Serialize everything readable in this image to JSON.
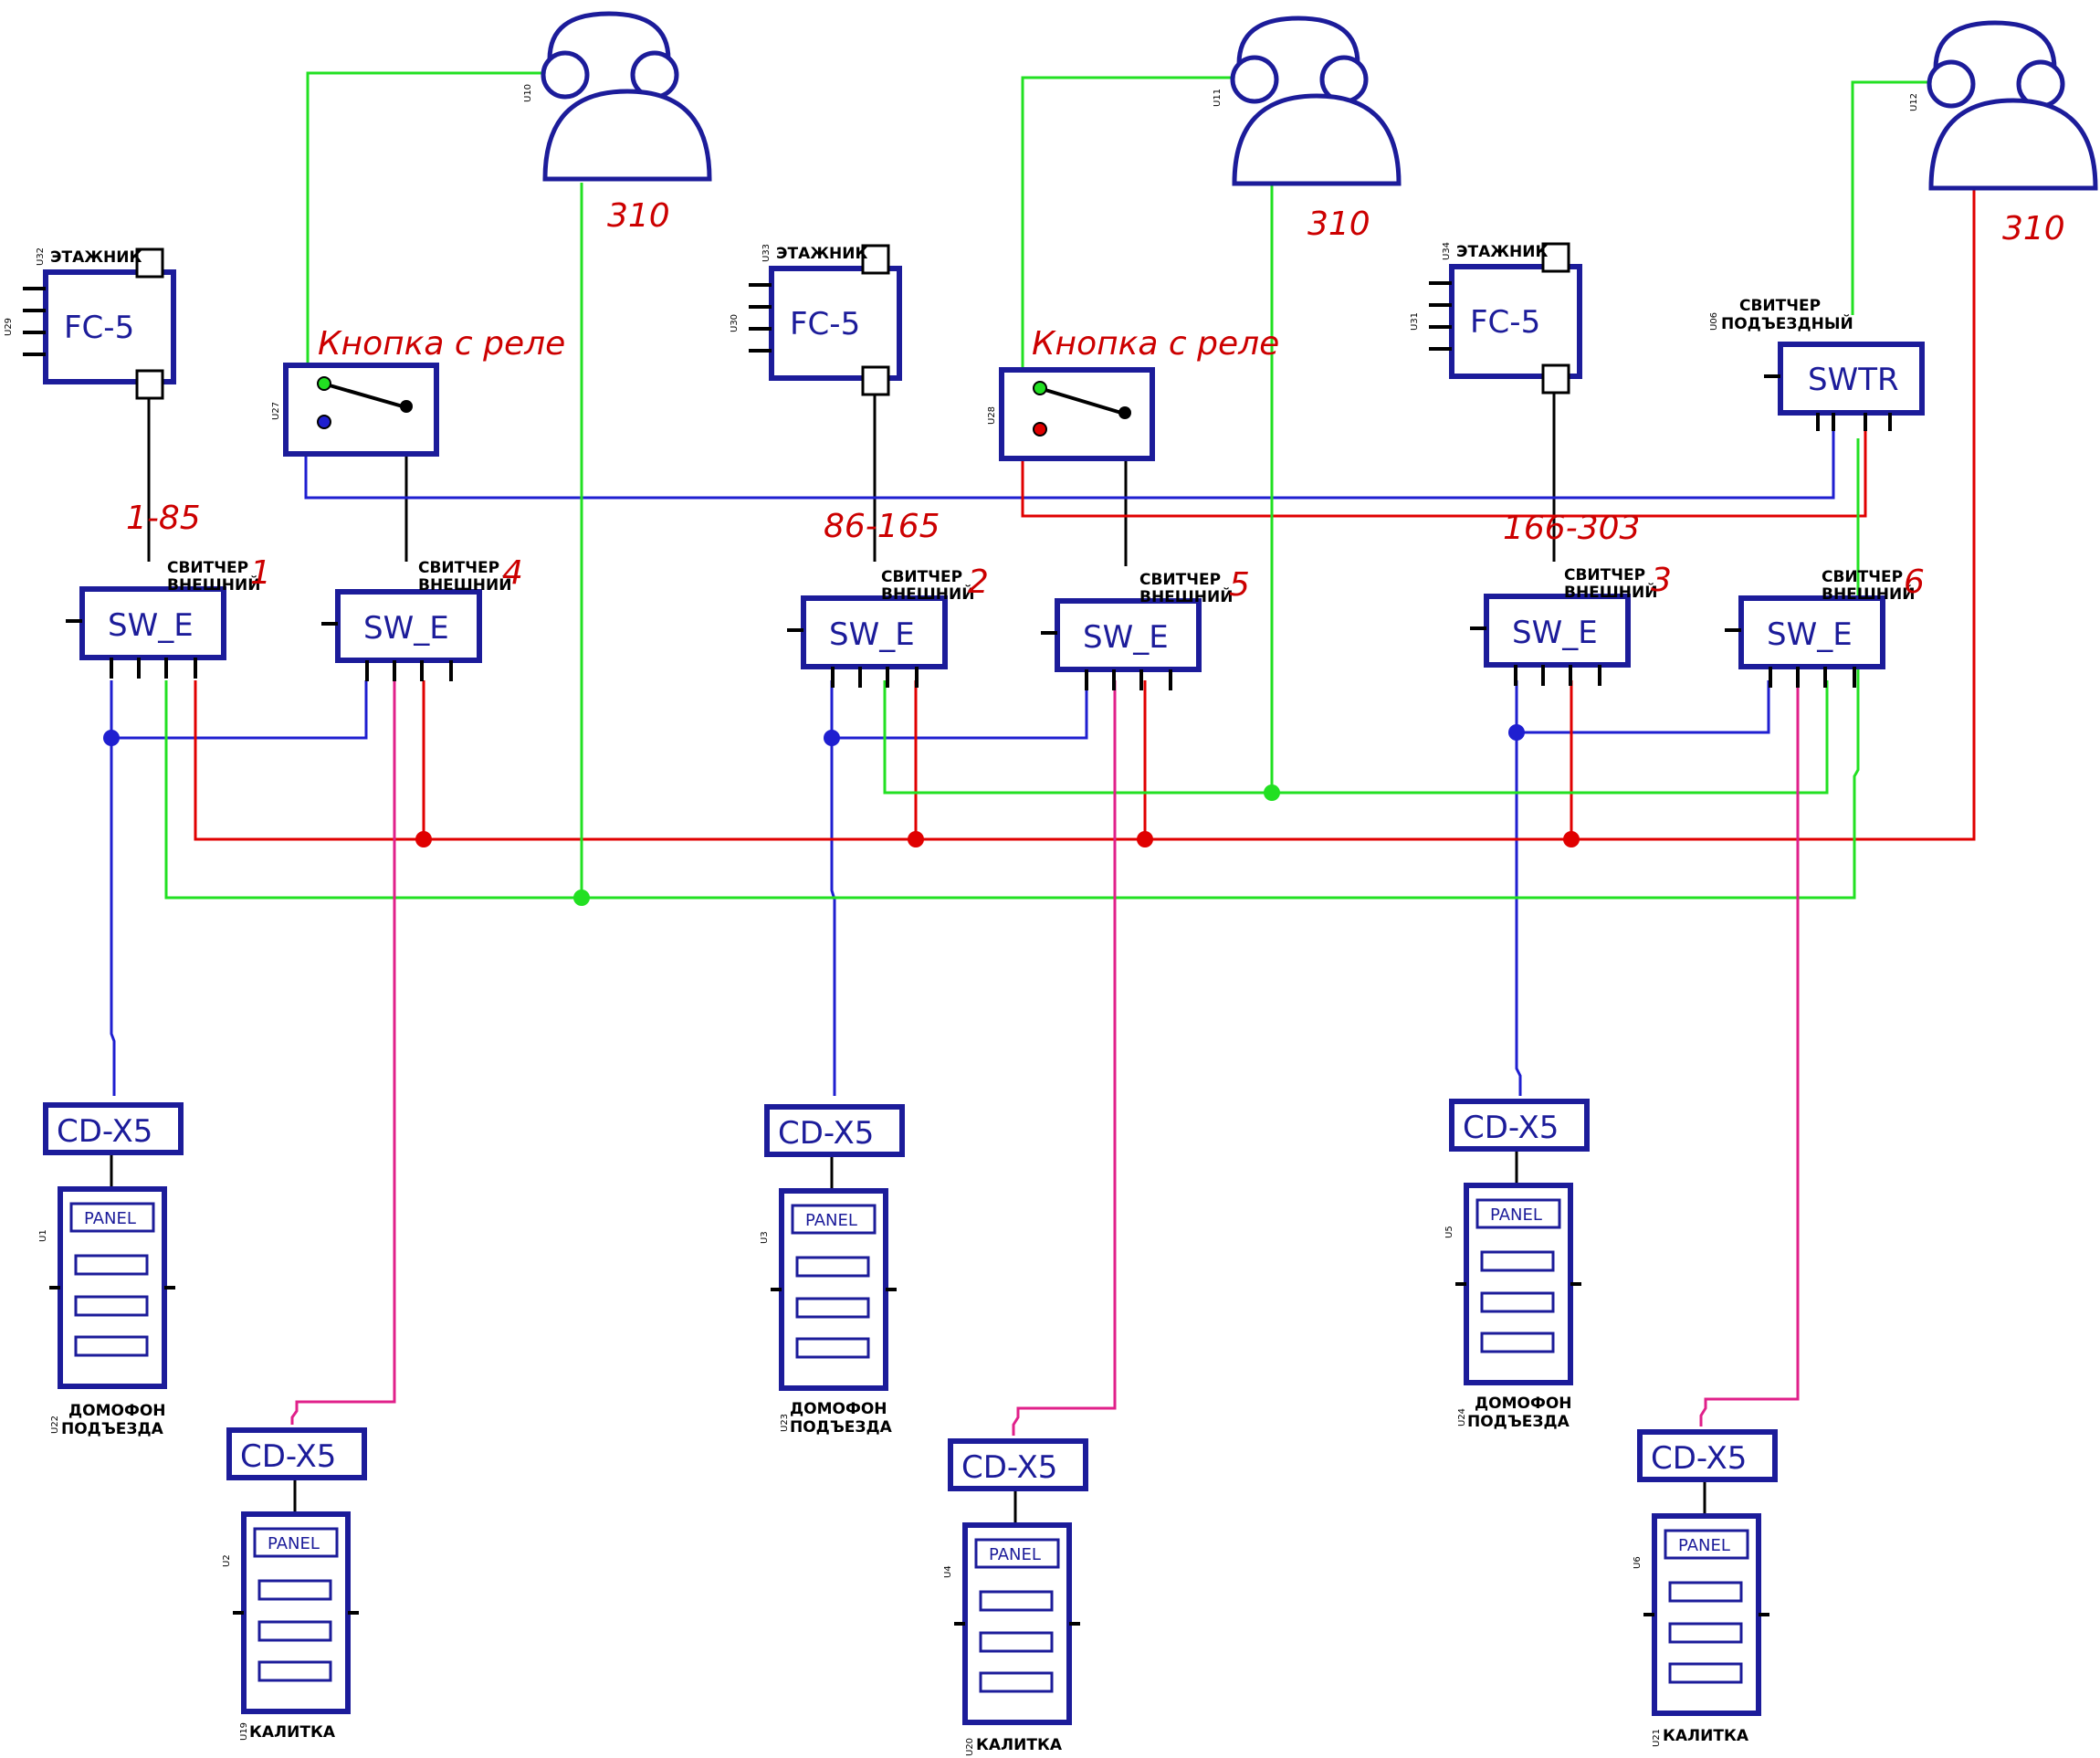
{
  "colors": {
    "black": "#000000",
    "blue": "#1f1fd0",
    "red": "#e00000",
    "green": "#22e022",
    "pink": "#e0208a",
    "component": "#1c1c9a",
    "annotation": "#cc0000"
  },
  "handsets": [
    {
      "ref": "U10",
      "label": "310"
    },
    {
      "ref": "U11",
      "label": "310"
    },
    {
      "ref": "U12",
      "label": "310"
    }
  ],
  "floor_controllers": [
    {
      "ref": "U32",
      "caption": "ЭТАЖНИК",
      "name": "FC-5",
      "side_ref": "U29",
      "range": "1-85"
    },
    {
      "ref": "U33",
      "caption": "ЭТАЖНИК",
      "name": "FC-5",
      "side_ref": "U30",
      "range": "86-165"
    },
    {
      "ref": "U34",
      "caption": "ЭТАЖНИК",
      "name": "FC-5",
      "side_ref": "U31",
      "range": "166-303"
    }
  ],
  "relay_buttons": [
    {
      "ref": "U27",
      "label": "Кнопка с реле"
    },
    {
      "ref": "U28",
      "label": "Кнопка с реле"
    }
  ],
  "entrance_switcher": {
    "ref": "U06",
    "caption_1": "СВИТЧЕР",
    "caption_2": "ПОДЪЕЗДНЫЙ",
    "name": "SWTR"
  },
  "switchers": [
    {
      "caption_1": "СВИТЧЕР",
      "caption_2": "ВНЕШНИЙ",
      "name": "SW_E",
      "number": "1"
    },
    {
      "caption_1": "СВИТЧЕР",
      "caption_2": "ВНЕШНИЙ",
      "name": "SW_E",
      "number": "4"
    },
    {
      "caption_1": "СВИТЧЕР",
      "caption_2": "ВНЕШНИЙ",
      "name": "SW_E",
      "number": "2"
    },
    {
      "caption_1": "СВИТЧЕР",
      "caption_2": "ВНЕШНИЙ",
      "name": "SW_E",
      "number": "5"
    },
    {
      "caption_1": "СВИТЧЕР",
      "caption_2": "ВНЕШНИЙ",
      "name": "SW_E",
      "number": "3"
    },
    {
      "caption_1": "СВИТЧЕР",
      "caption_2": "ВНЕШНИЙ",
      "name": "SW_E",
      "number": "6"
    }
  ],
  "door_stations": [
    {
      "ref": "U1",
      "caption_ref": "U22",
      "adapter": "CD-X5",
      "panel": "PANEL",
      "caption_1": "ДОМОФОН",
      "caption_2": "ПОДЪЕЗДА"
    },
    {
      "ref": "U2",
      "caption_ref": "U19",
      "adapter": "CD-X5",
      "panel": "PANEL",
      "caption_1": "КАЛИТКА",
      "caption_2": ""
    },
    {
      "ref": "U3",
      "caption_ref": "U23",
      "adapter": "CD-X5",
      "panel": "PANEL",
      "caption_1": "ДОМОФОН",
      "caption_2": "ПОДЪЕЗДА"
    },
    {
      "ref": "U4",
      "caption_ref": "U20",
      "adapter": "CD-X5",
      "panel": "PANEL",
      "caption_1": "КАЛИТКА",
      "caption_2": ""
    },
    {
      "ref": "U5",
      "caption_ref": "U24",
      "adapter": "CD-X5",
      "panel": "PANEL",
      "caption_1": "ДОМОФОН",
      "caption_2": "ПОДЪЕЗДА"
    },
    {
      "ref": "U6",
      "caption_ref": "U21",
      "adapter": "CD-X5",
      "panel": "PANEL",
      "caption_1": "КАЛИТКА",
      "caption_2": ""
    }
  ]
}
